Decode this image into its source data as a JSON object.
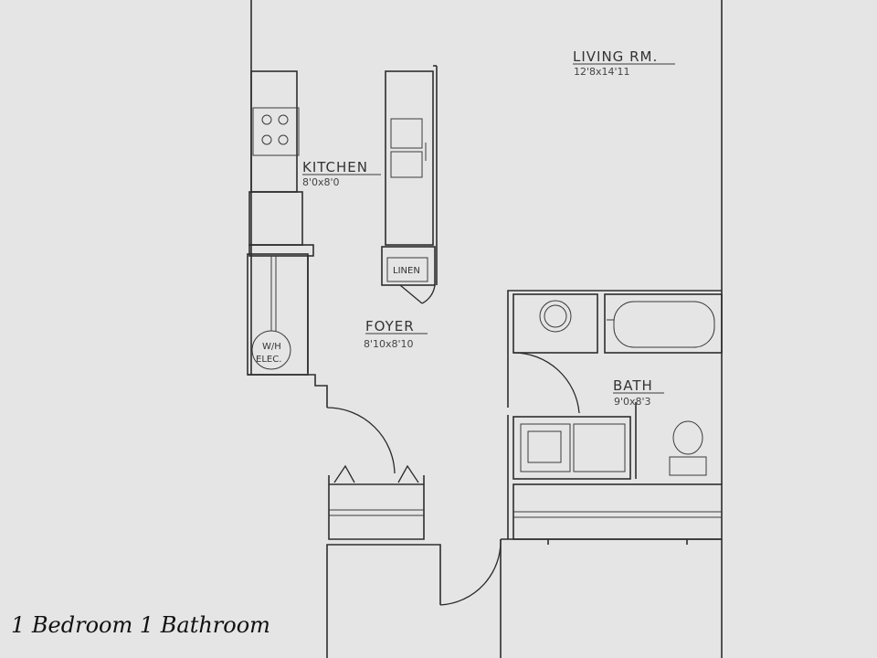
{
  "rooms": {
    "living": {
      "name": "LIVING RM.",
      "dims": "12'8x14'11"
    },
    "kitchen": {
      "name": "KITCHEN",
      "dims": "8'0x8'0"
    },
    "foyer": {
      "name": "FOYER",
      "dims": "8'10x8'10"
    },
    "bath": {
      "name": "BATH",
      "dims": "9'0x8'3"
    }
  },
  "fixtures": {
    "linen": "LINEN",
    "wh_line1": "W/H",
    "wh_line2": "ELEC."
  },
  "caption": {
    "line1": "1 Bedroom 1 Bathroom"
  }
}
